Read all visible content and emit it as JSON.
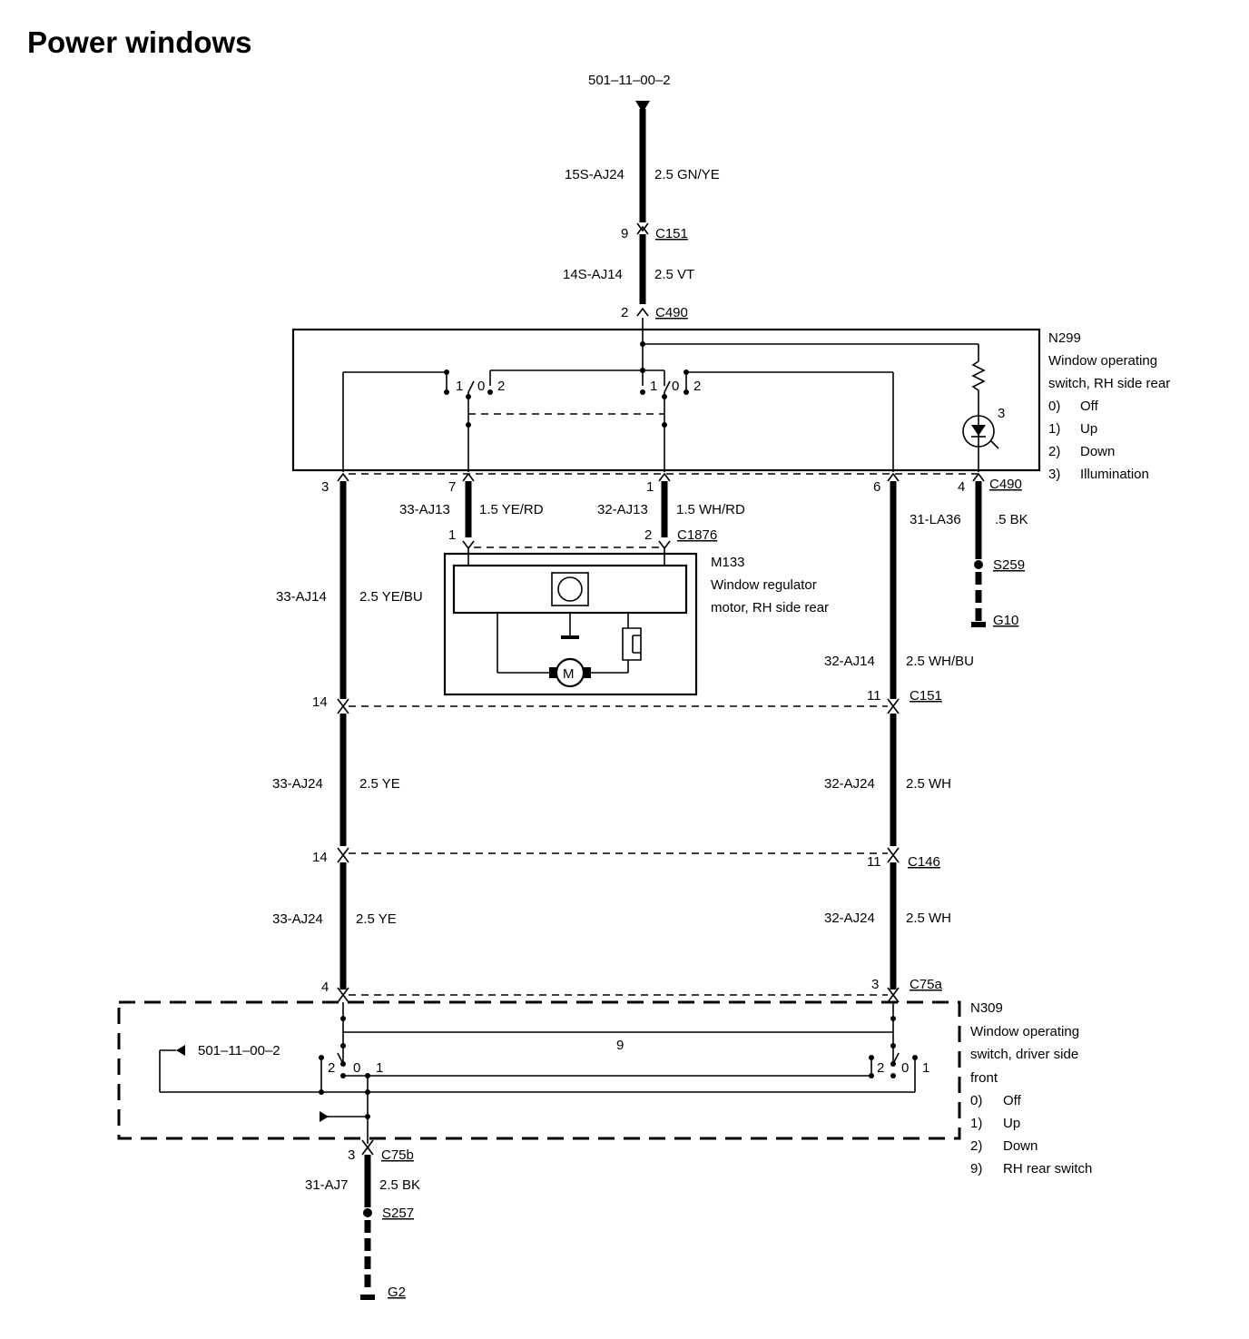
{
  "title": "Power windows",
  "refs": {
    "top_ref": "501–11–00–2",
    "left_ref": "501–11–00–2"
  },
  "wires": {
    "w_15s": {
      "code": "15S-AJ24",
      "spec": "2.5 GN/YE"
    },
    "w_14s": {
      "code": "14S-AJ14",
      "spec": "2.5 VT"
    },
    "w_33aj13": {
      "code": "33-AJ13",
      "spec": "1.5 YE/RD"
    },
    "w_32aj13": {
      "code": "32-AJ13",
      "spec": "1.5 WH/RD"
    },
    "w_31la36": {
      "code": "31-LA36",
      "spec": ".5 BK"
    },
    "w_33aj14": {
      "code": "33-AJ14",
      "spec": "2.5 YE/BU"
    },
    "w_32aj14": {
      "code": "32-AJ14",
      "spec": "2.5 WH/BU"
    },
    "w_33aj24a": {
      "code": "33-AJ24",
      "spec": "2.5 YE"
    },
    "w_32aj24a": {
      "code": "32-AJ24",
      "spec": "2.5 WH"
    },
    "w_33aj24b": {
      "code": "33-AJ24",
      "spec": "2.5 YE"
    },
    "w_32aj24b": {
      "code": "32-AJ24",
      "spec": "2.5 WH"
    },
    "w_31aj7": {
      "code": "31-AJ7",
      "spec": "2.5 BK"
    }
  },
  "connectors": {
    "c151_top": "C151",
    "c490_top": "C490",
    "c490_bot": "C490",
    "c1876": "C1876",
    "c151_mid": "C151",
    "c146": "C146",
    "c75a": "C75a",
    "c75b": "C75b",
    "s259": "S259",
    "g10": "G10",
    "s257": "S257",
    "g2": "G2"
  },
  "pins": {
    "p9_top": "9",
    "p2_top": "2",
    "p3_n299": "3",
    "p7_n299": "7",
    "p1_n299": "1",
    "p6_n299": "6",
    "p4_n299": "4",
    "p1_m133": "1",
    "p2_m133": "2",
    "p14_c151": "14",
    "p11_c151": "11",
    "p14_c146": "14",
    "p11_c146": "11",
    "p4_c75a": "4",
    "p3_c75a": "3",
    "p3_c75b": "3",
    "led_pin": "3",
    "sw9": "9"
  },
  "switch_positions": {
    "n299_left": [
      "1",
      "0",
      "2"
    ],
    "n299_right": [
      "1",
      "0",
      "2"
    ],
    "n309_left": [
      "2",
      "0",
      "1"
    ],
    "n309_right": [
      "2",
      "0",
      "1"
    ]
  },
  "components": {
    "n299": {
      "id": "N299",
      "lines": [
        "Window operating",
        "switch, RH side rear"
      ],
      "legend": [
        {
          "key": "0)",
          "text": "Off"
        },
        {
          "key": "1)",
          "text": "Up"
        },
        {
          "key": "2)",
          "text": "Down"
        },
        {
          "key": "3)",
          "text": "Illumination"
        }
      ]
    },
    "m133": {
      "id": "M133",
      "lines": [
        "Window regulator",
        "motor, RH side rear"
      ],
      "motor_symbol": "M"
    },
    "n309": {
      "id": "N309",
      "lines": [
        "Window operating",
        "switch, driver side",
        "front"
      ],
      "legend": [
        {
          "key": "0)",
          "text": "Off"
        },
        {
          "key": "1)",
          "text": "Up"
        },
        {
          "key": "2)",
          "text": "Down"
        },
        {
          "key": "9)",
          "text": "RH rear switch"
        }
      ]
    }
  }
}
